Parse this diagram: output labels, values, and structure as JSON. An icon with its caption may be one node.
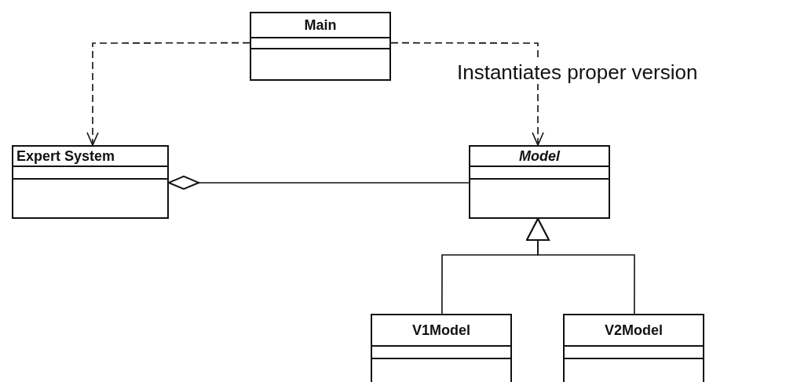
{
  "diagram": {
    "nodes": [
      {
        "text": [
          "Main"
        ]
      },
      {
        "text": [
          "Expert System"
        ]
      },
      {
        "text": [
          "Model"
        ]
      },
      {
        "text": [
          "V1Model"
        ]
      },
      {
        "text": [
          "V2Model"
        ]
      }
    ],
    "edges": [
      {
        "from": 0,
        "to": 1,
        "arrow": "to",
        "style": "dashed"
      },
      {
        "from": 0,
        "to": 2,
        "arrow": "to",
        "style": "dashed",
        "label": "Instantiates proper version"
      },
      {
        "from": 1,
        "to": 2,
        "arrow": "other"
      },
      {
        "from": 3,
        "to": 2,
        "arrow": "to"
      },
      {
        "from": 4,
        "to": 2,
        "arrow": "to"
      }
    ]
  }
}
